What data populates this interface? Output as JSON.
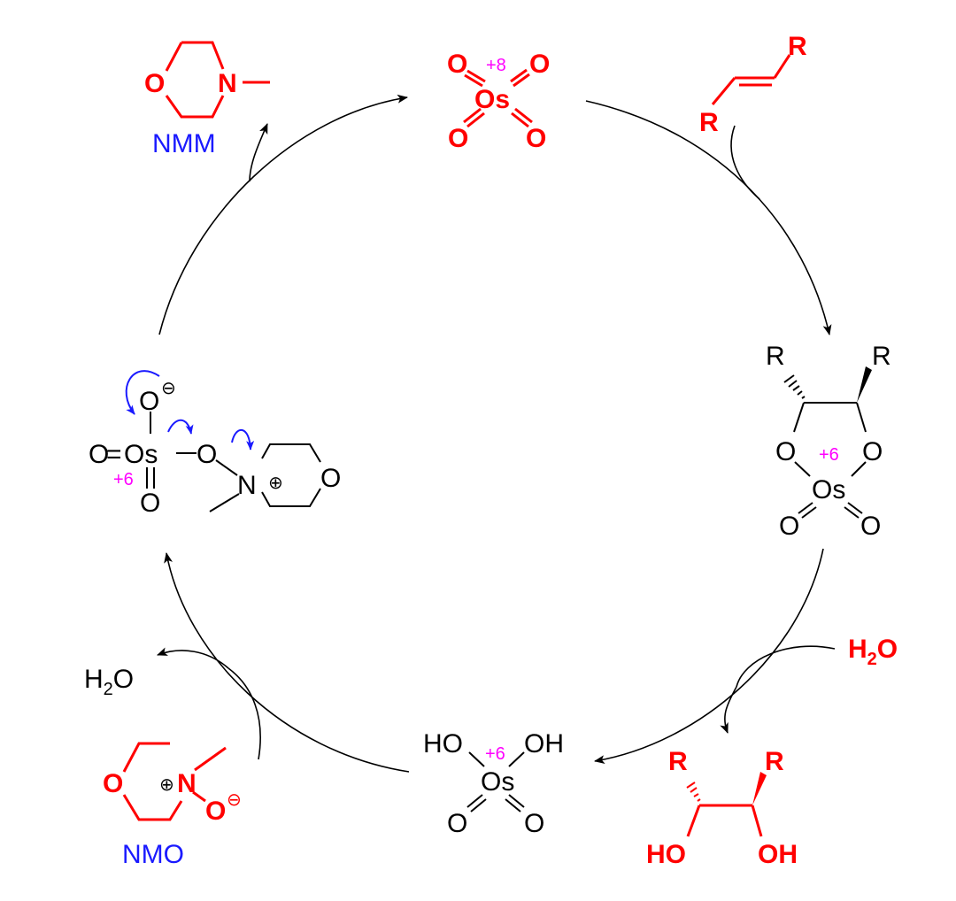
{
  "cycle": {
    "osmium_tetroxide": {
      "metal": "Os",
      "oxygen": "O",
      "oxidation_state": "+8"
    },
    "alkene": {
      "substituent": "R"
    },
    "osmate_ester": {
      "metal": "Os",
      "oxygen": "O",
      "substituent": "R",
      "oxidation_state": "+6"
    },
    "water_in": {
      "base": "H",
      "subscript": "2",
      "tail": "O"
    },
    "diol": {
      "substituent": "R",
      "hydroxyl": "HO",
      "hydroxyl_right": "OH"
    },
    "osmic_acid": {
      "metal": "Os",
      "oxygen": "O",
      "hydroxyl_left": "HO",
      "hydroxyl_right": "OH",
      "oxidation_state": "+6"
    },
    "nmo": {
      "label": "NMO",
      "oxygen": "O",
      "nitrogen": "N",
      "plus": "⊕",
      "minus": "⊖"
    },
    "water_out": {
      "base": "H",
      "subscript": "2",
      "tail": "O"
    },
    "intermediate": {
      "metal": "Os",
      "oxygen": "O",
      "nitrogen": "N",
      "oxidation_state": "+6",
      "plus": "⊕",
      "minus": "⊖",
      "double_bond": "="
    },
    "nmm": {
      "label": "NMM",
      "oxygen": "O",
      "nitrogen": "N"
    }
  },
  "colors": {
    "reagent": "#ff0000",
    "structure": "#000000",
    "oxidation_state": "#ff00ff",
    "name_label": "#1a1aff",
    "curly_arrow": "#1a1aff"
  }
}
